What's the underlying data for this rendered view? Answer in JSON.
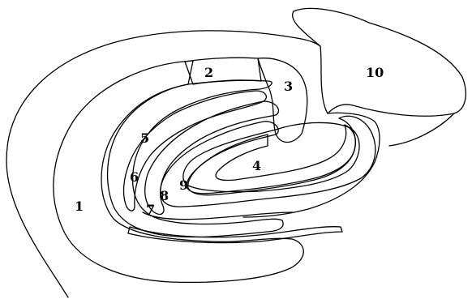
{
  "diagram": {
    "labels": [
      {
        "id": "1",
        "text": "1"
      },
      {
        "id": "2",
        "text": "2"
      },
      {
        "id": "3",
        "text": "3"
      },
      {
        "id": "4",
        "text": "4"
      },
      {
        "id": "5",
        "text": "5"
      },
      {
        "id": "6",
        "text": "6"
      },
      {
        "id": "7",
        "text": "7"
      },
      {
        "id": "8",
        "text": "8"
      },
      {
        "id": "9",
        "text": "9"
      },
      {
        "id": "10",
        "text": "10"
      }
    ],
    "fill_patterns": {
      "1": "chevron-dots",
      "2": "diamond-dots",
      "3": "dashed-hatch",
      "4": "fine-dots",
      "5": "diagonal-hatch",
      "6": "dense-dots",
      "7": "blank",
      "8": "cross-hatch",
      "9": "fine-dots",
      "10": "blank"
    }
  }
}
